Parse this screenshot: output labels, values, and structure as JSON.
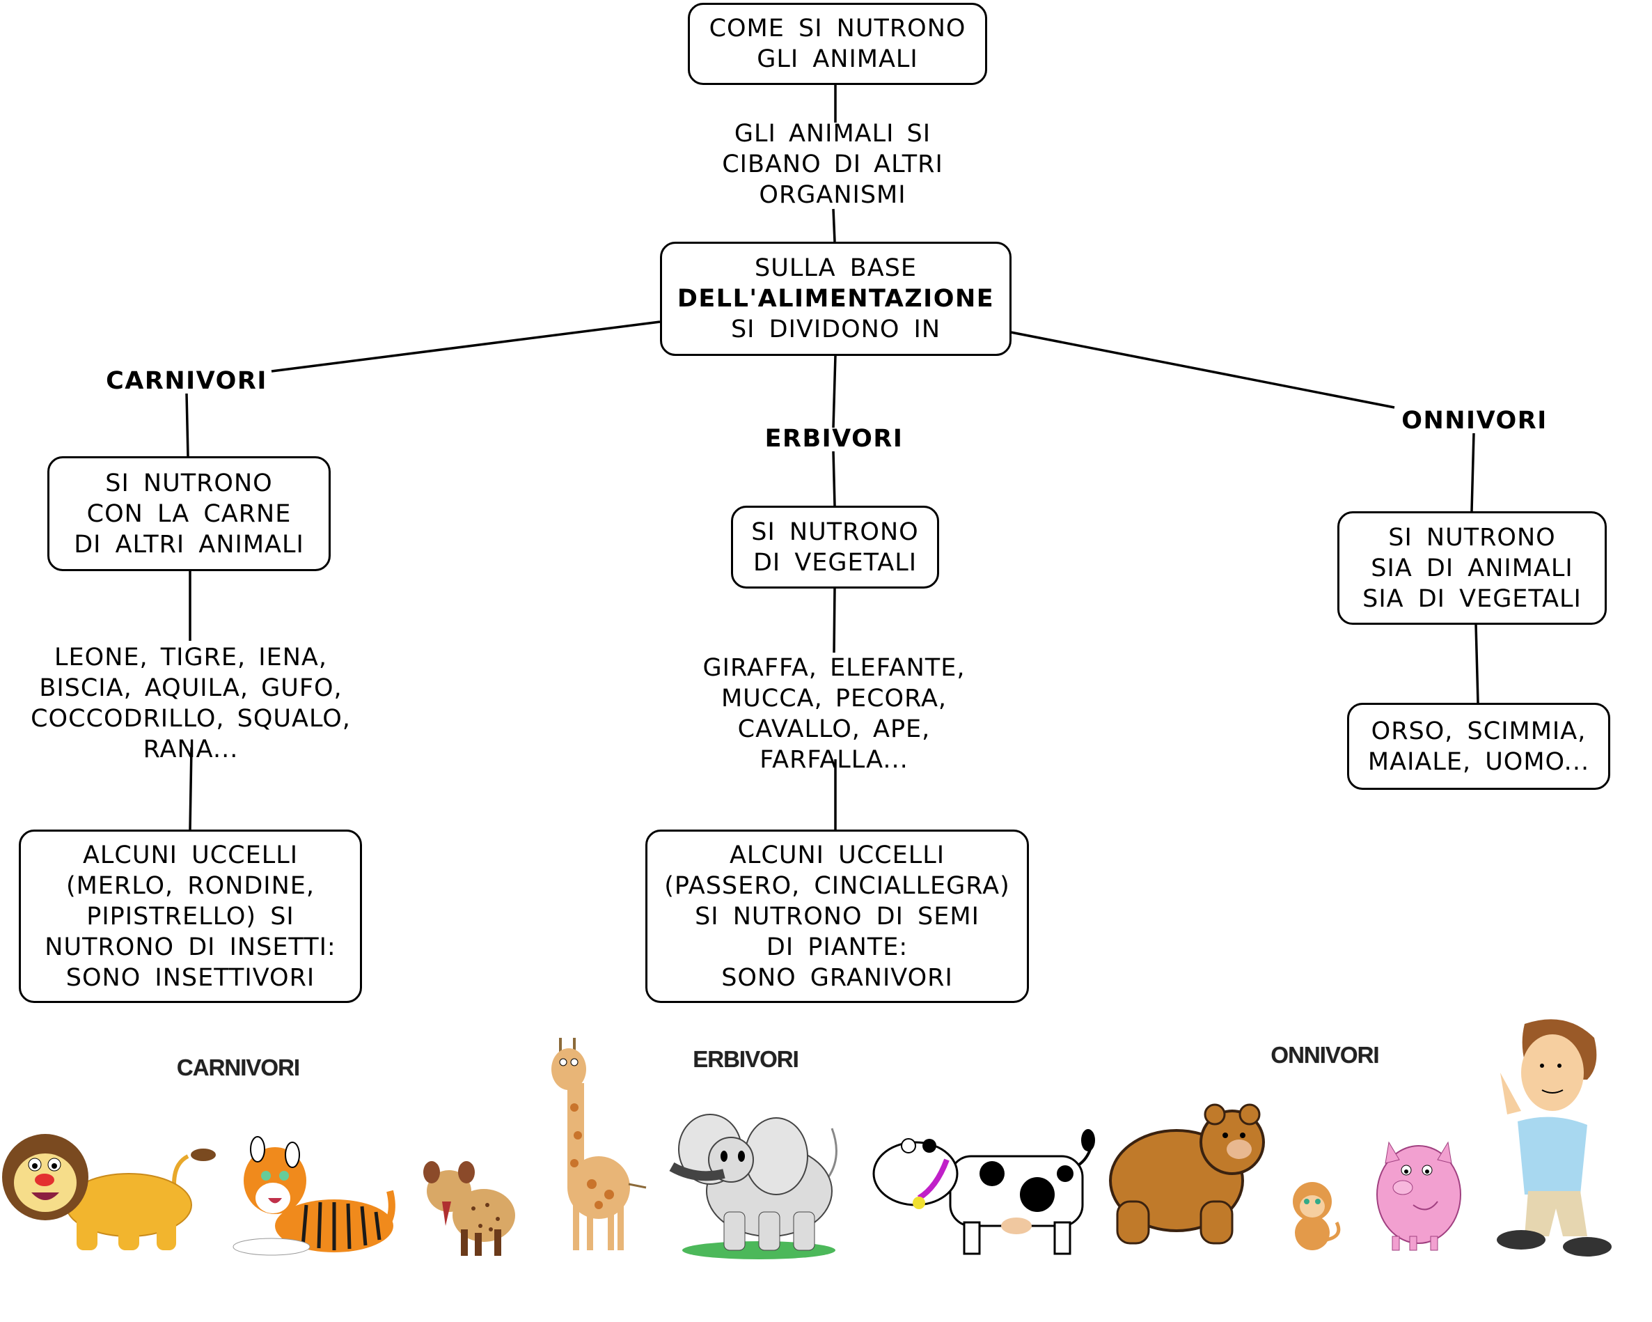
{
  "title": {
    "lines": [
      "COME  SI  NUTRONO",
      "GLI  ANIMALI"
    ]
  },
  "link_label": {
    "lines": [
      "GLI  ANIMALI  SI",
      "CIBANO  DI  ALTRI",
      "ORGANISMI"
    ]
  },
  "division": {
    "line1": "SULLA  BASE",
    "line2_bold": "DELL'ALIMENTAZIONE",
    "line3": "SI  DIVIDONO  IN"
  },
  "categories": {
    "carnivori": {
      "label": "CARNIVORI",
      "description": [
        "SI  NUTRONO",
        "CON  LA  CARNE",
        "DI  ALTRI  ANIMALI"
      ],
      "examples": [
        "LEONE, TIGRE, IENA,",
        "BISCIA, AQUILA, GUFO,",
        "COCCODRILLO, SQUALO,",
        "RANA..."
      ],
      "note": [
        "ALCUNI  UCCELLI",
        "(MERLO, RONDINE,",
        "PIPISTRELLO) SI",
        "NUTRONO  DI  INSETTI:",
        "SONO  INSETTIVORI"
      ]
    },
    "erbivori": {
      "label": "ERBIVORI",
      "description": [
        "SI  NUTRONO",
        "DI  VEGETALI"
      ],
      "examples": [
        "GIRAFFA, ELEFANTE,",
        "MUCCA, PECORA,",
        "CAVALLO, APE,",
        "FARFALLA..."
      ],
      "note": [
        "ALCUNI  UCCELLI",
        "(PASSERO, CINCIALLEGRA)",
        "SI  NUTRONO  DI  SEMI",
        "DI  PIANTE:",
        "SONO  GRANIVORI"
      ]
    },
    "onnivori": {
      "label": "ONNIVORI",
      "description": [
        "SI  NUTRONO",
        "SIA  DI  ANIMALI",
        "SIA  DI  VEGETALI"
      ],
      "examples": [
        "ORSO,  SCIMMIA,",
        "MAIALE,  UOMO..."
      ]
    }
  },
  "illustration_strip": {
    "labels": {
      "carnivori": "CARNIVORI",
      "erbivori": "ERBIVORI",
      "onnivori": "ONNIVORI"
    },
    "animals": [
      "lion",
      "tiger",
      "hyena",
      "giraffe",
      "elephant",
      "cow",
      "bear",
      "monkey",
      "pig",
      "man"
    ]
  },
  "colors": {
    "line": "#000000",
    "lion": "#f2b52e",
    "lion_mane": "#7a4a20",
    "tiger": "#f08a1c",
    "hyena": "#d9a866",
    "giraffe": "#e8b577",
    "giraffe_spots": "#c9742c",
    "elephant": "#dcdcdc",
    "grass": "#4cb85a",
    "cow_collar": "#c020c8",
    "bear": "#c07a2a",
    "monkey": "#e39a4a",
    "pig": "#f2a0d0",
    "shirt": "#a8d8f0",
    "trousers": "#e6d6b0"
  }
}
